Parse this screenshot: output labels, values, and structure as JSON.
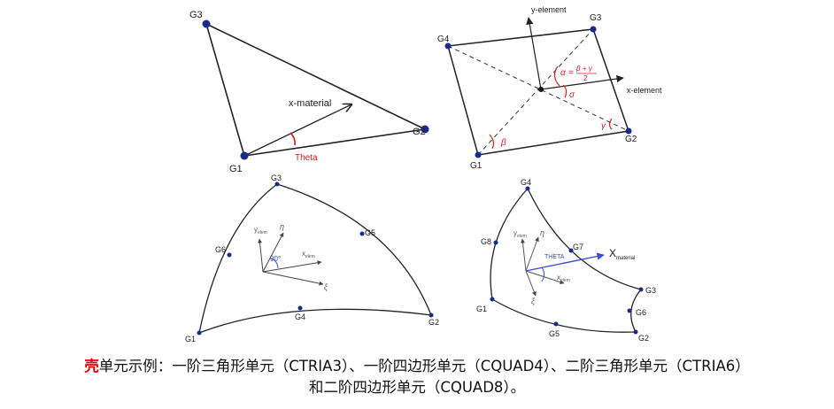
{
  "figure": {
    "ctria3": {
      "nodes": [
        "G1",
        "G2",
        "G3"
      ],
      "arrow_label": "x-material",
      "angle_label": "Theta"
    },
    "cquad4": {
      "nodes": [
        "G1",
        "G2",
        "G3",
        "G4"
      ],
      "y_axis_label": "y-element",
      "x_axis_label": "x-element",
      "alpha_symbol": "α",
      "alpha_eq": "=",
      "alpha_num": "β + γ",
      "alpha_den": "2",
      "sigma": "σ",
      "beta": "β",
      "gamma": "γ"
    },
    "ctria6": {
      "nodes": [
        "G1",
        "G2",
        "G3",
        "G4",
        "G5",
        "G6"
      ],
      "y_elem": "y",
      "y_elem_sub": "elem",
      "x_elem": "x",
      "x_elem_sub": "elem",
      "eta": "η",
      "xi": "ξ",
      "angle": "90°"
    },
    "cquad8": {
      "nodes": [
        "G1",
        "G2",
        "G3",
        "G4",
        "G5",
        "G6",
        "G7",
        "G8"
      ],
      "y_elem": "y",
      "y_elem_sub": "elem",
      "x_elem": "x",
      "x_elem_sub": "elem",
      "x_mat": "X",
      "x_mat_sub": "material",
      "theta": "THETA",
      "eta": "η",
      "xi": "ξ"
    }
  },
  "caption": {
    "bold_word": "壳",
    "line1": "单元示例：一阶三角形单元（CTRIA3）、一阶四边形单元（CQUAD4）、二阶三角形单元（CTRIA6）",
    "line2": "和二阶四边形单元（CQUAD8）。"
  },
  "colors": {
    "node": "#1a2a8c",
    "line": "#222222",
    "theta": "#d42020",
    "inner_arrow": "#3a4ccf",
    "caption_highlight": "#e60000"
  }
}
